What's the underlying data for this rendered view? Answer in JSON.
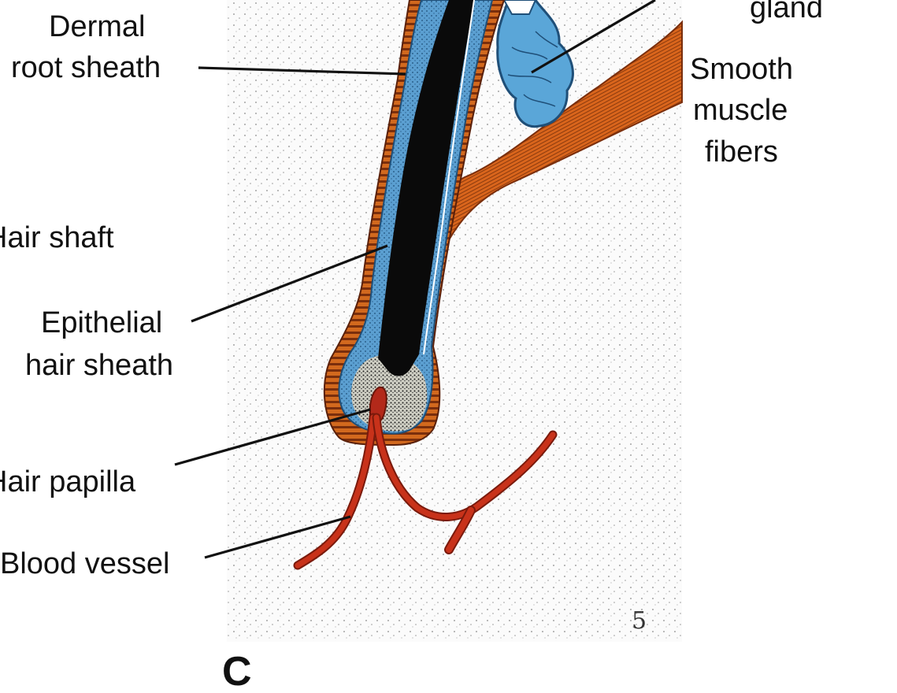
{
  "labels": {
    "dermal_root_sheath_1": "Dermal",
    "dermal_root_sheath_2": "root sheath",
    "gland": "gland",
    "smooth_muscle_1": "Smooth",
    "smooth_muscle_2": "muscle",
    "smooth_muscle_3": "fibers",
    "hair_shaft": "Hair shaft",
    "epithelial_1": "Epithelial",
    "epithelial_2": "hair sheath",
    "hair_papilla": "Hair papilla",
    "blood_vessel": "Blood vessel",
    "panel": "C"
  },
  "signature": "5",
  "colors": {
    "background": "#ffffff",
    "dermis_stipple": "#f3f3f3",
    "dermal_sheath": "#d2691e",
    "dermal_sheath_stripe": "#7a2e0c",
    "epithelial_sheath": "#5b9fd1",
    "hair_shaft": "#0a0a0a",
    "gland": "#5aa6d8",
    "muscle": "#d9651c",
    "vessel": "#c8321a"
  }
}
